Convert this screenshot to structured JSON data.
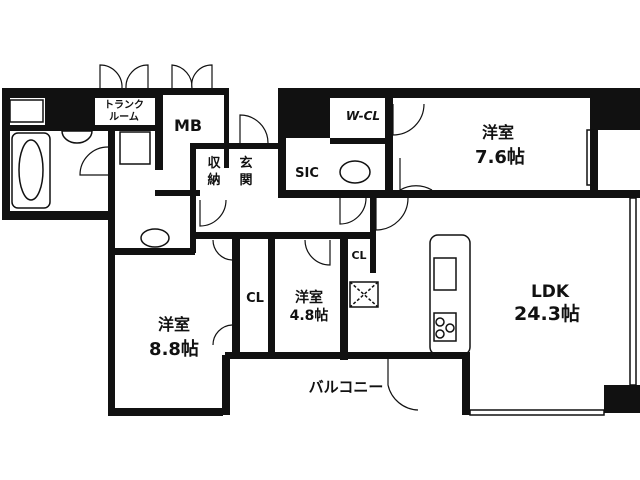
{
  "rooms": {
    "trunk_room": {
      "line1": "トランク",
      "line2": "ルーム"
    },
    "mb": "MB",
    "storage": {
      "line1": "収",
      "line2": "納"
    },
    "entrance": {
      "line1": "玄",
      "line2": "関"
    },
    "wcl": "W-CL",
    "sic": "SIC",
    "western_76": {
      "name": "洋室",
      "size": "7.6帖"
    },
    "cl_left": "CL",
    "western_48": {
      "name": "洋室",
      "size": "4.8帖"
    },
    "cl_small": "CL",
    "ldk": {
      "name": "LDK",
      "size": "24.3帖"
    },
    "western_88": {
      "name": "洋室",
      "size": "8.8帖"
    },
    "balcony": "バルコニー"
  }
}
